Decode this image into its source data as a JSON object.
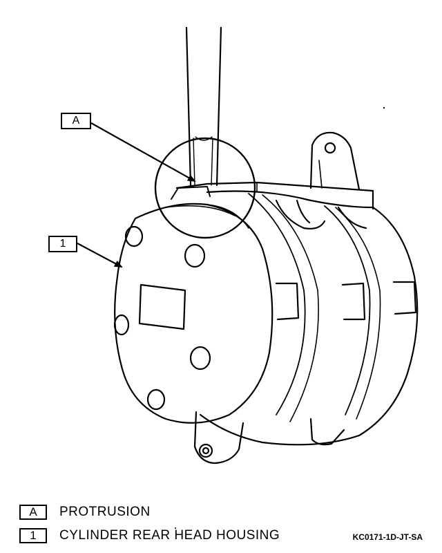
{
  "callouts": {
    "a_key": "A",
    "one_key": "1"
  },
  "legend": [
    {
      "key": "A",
      "text": "PROTRUSION"
    },
    {
      "key": "1",
      "text": "CYLINDER REAR HEAD HOUSING"
    }
  ],
  "figure_id": "KC0171-1D-JT-SA"
}
